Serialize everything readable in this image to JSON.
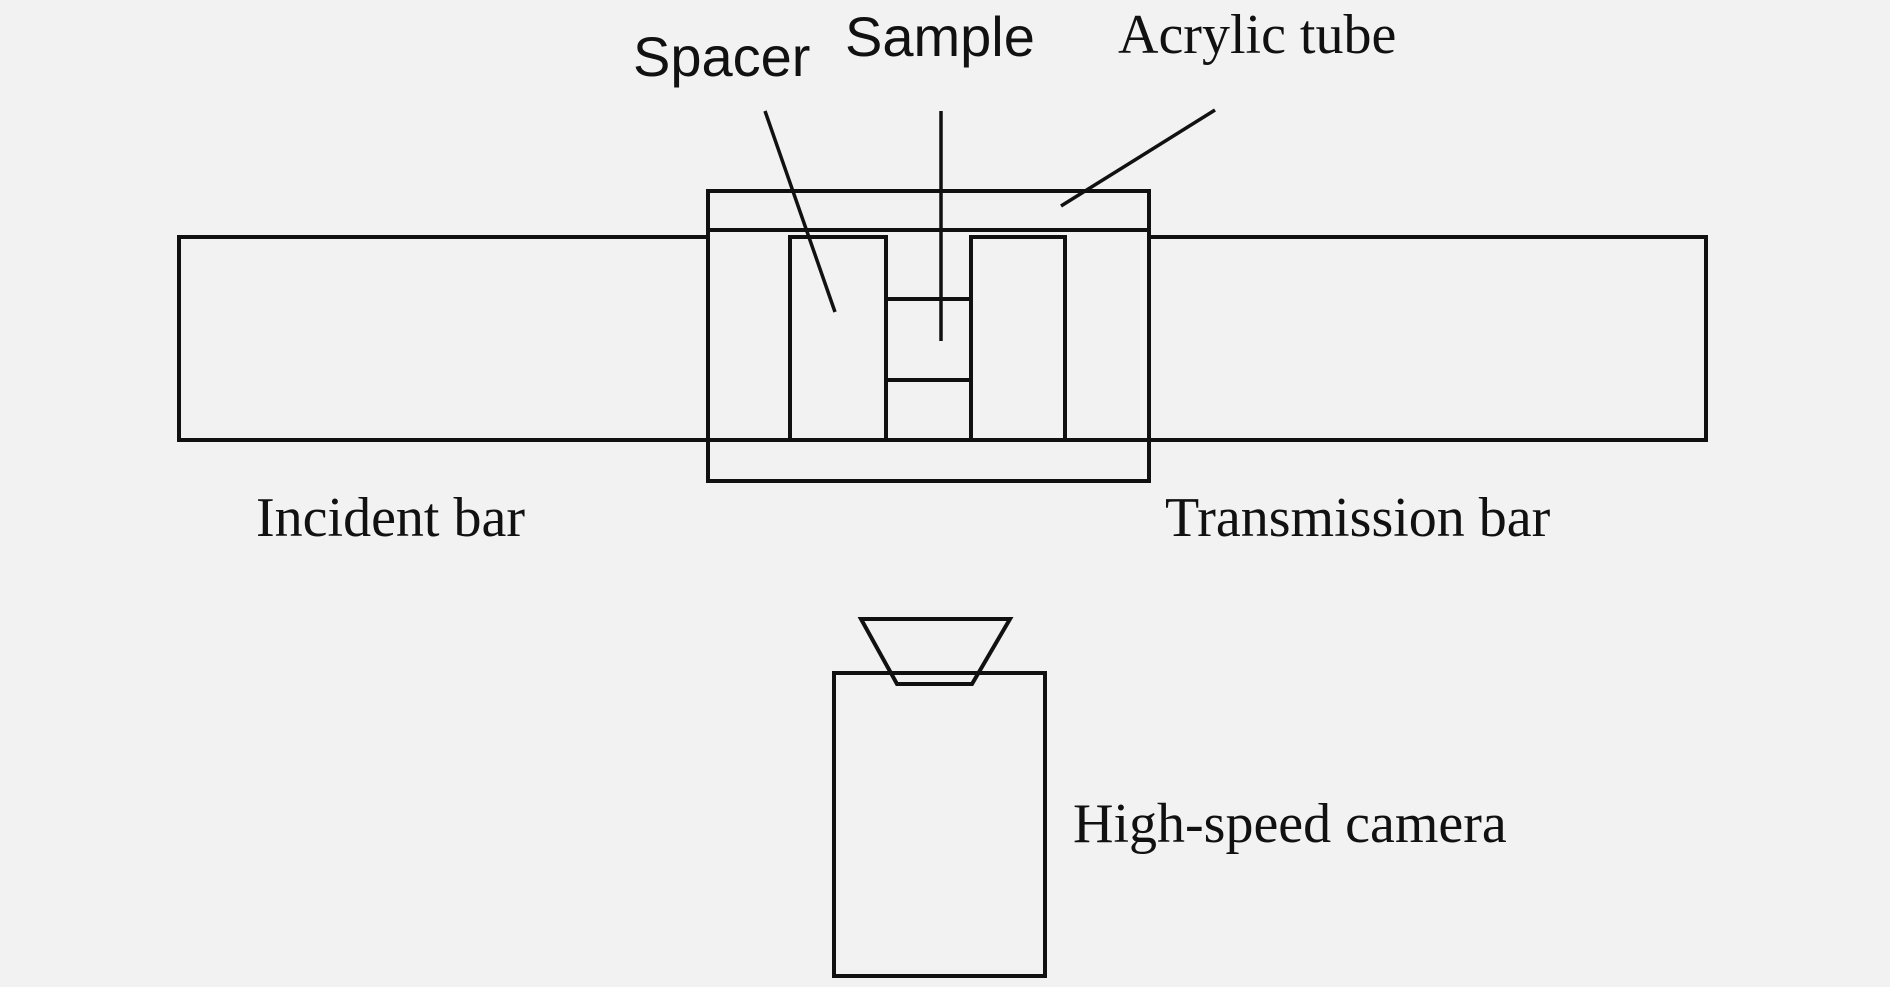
{
  "labels": {
    "spacer": "Spacer",
    "sample": "Sample",
    "acrylic_tube": "Acrylic tube",
    "incident_bar": "Incident bar",
    "transmission_bar": "Transmission bar",
    "camera": "High-speed camera"
  },
  "colors": {
    "background": "#f2f2f2",
    "stroke": "#111111"
  }
}
